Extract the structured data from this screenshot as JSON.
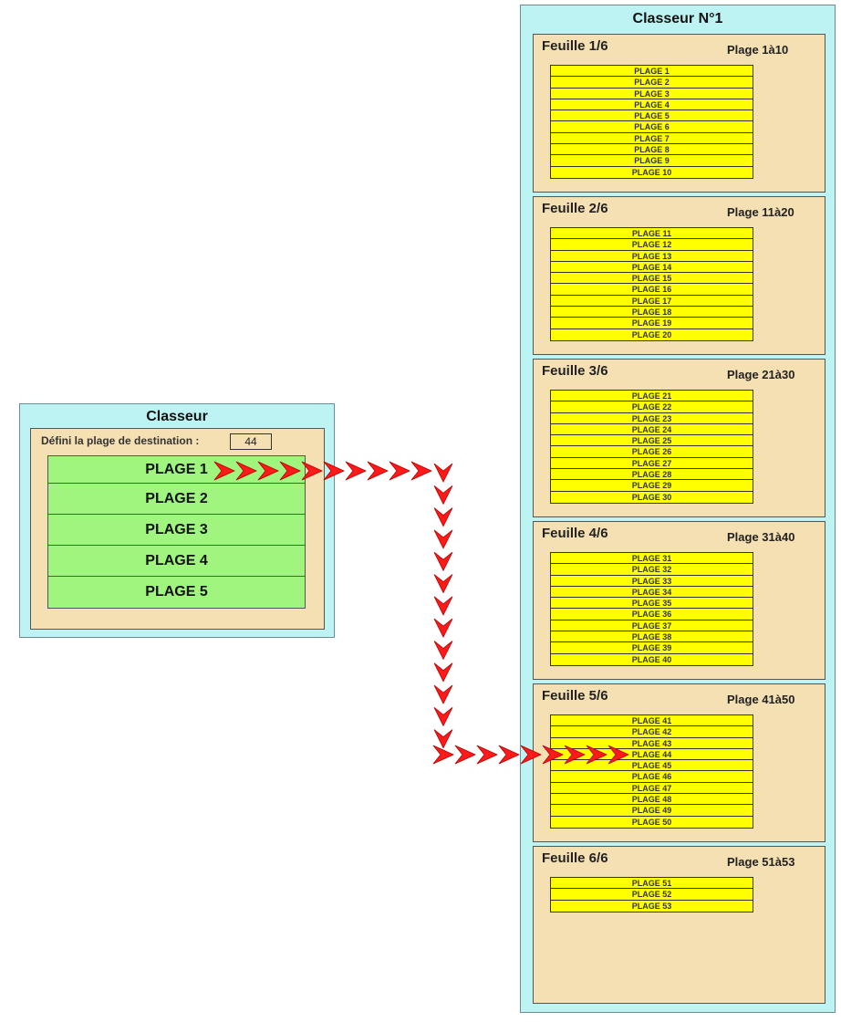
{
  "left_panel": {
    "title": "Classeur",
    "destination_label": "Défini la plage de destination :",
    "destination_value": "44",
    "items": [
      "PLAGE 1",
      "PLAGE 2",
      "PLAGE 3",
      "PLAGE 4",
      "PLAGE 5"
    ]
  },
  "right_panel": {
    "title": "Classeur N°1",
    "sheets": [
      {
        "title": "Feuille 1/6",
        "range": "Plage 1à10",
        "items": [
          "PLAGE 1",
          "PLAGE 2",
          "PLAGE 3",
          "PLAGE 4",
          "PLAGE 5",
          "PLAGE 6",
          "PLAGE 7",
          "PLAGE 8",
          "PLAGE 9",
          "PLAGE 10"
        ]
      },
      {
        "title": "Feuille 2/6",
        "range": "Plage 11à20",
        "items": [
          "PLAGE 11",
          "PLAGE 12",
          "PLAGE 13",
          "PLAGE 14",
          "PLAGE 15",
          "PLAGE 16",
          "PLAGE 17",
          "PLAGE 18",
          "PLAGE 19",
          "PLAGE 20"
        ]
      },
      {
        "title": "Feuille 3/6",
        "range": "Plage 21à30",
        "items": [
          "PLAGE 21",
          "PLAGE 22",
          "PLAGE 23",
          "PLAGE 24",
          "PLAGE 25",
          "PLAGE 26",
          "PLAGE 27",
          "PLAGE 28",
          "PLAGE 29",
          "PLAGE 30"
        ]
      },
      {
        "title": "Feuille 4/6",
        "range": "Plage 31à40",
        "items": [
          "PLAGE 31",
          "PLAGE 32",
          "PLAGE 33",
          "PLAGE 34",
          "PLAGE 35",
          "PLAGE 36",
          "PLAGE 37",
          "PLAGE 38",
          "PLAGE 39",
          "PLAGE 40"
        ]
      },
      {
        "title": "Feuille 5/6",
        "range": "Plage 41à50",
        "items": [
          "PLAGE 41",
          "PLAGE 42",
          "PLAGE 43",
          "PLAGE 44",
          "PLAGE 45",
          "PLAGE 46",
          "PLAGE 47",
          "PLAGE 48",
          "PLAGE 49",
          "PLAGE 50"
        ]
      },
      {
        "title": "Feuille 6/6",
        "range": "Plage 51à53",
        "items": [
          "PLAGE 51",
          "PLAGE 52",
          "PLAGE 53"
        ]
      }
    ]
  },
  "colors": {
    "panel_bg": "#bdf3f3",
    "inner_bg": "#f5e0b3",
    "green": "#9ff57e",
    "yellow": "#ffff00",
    "arrow": "#ff1a1a"
  }
}
